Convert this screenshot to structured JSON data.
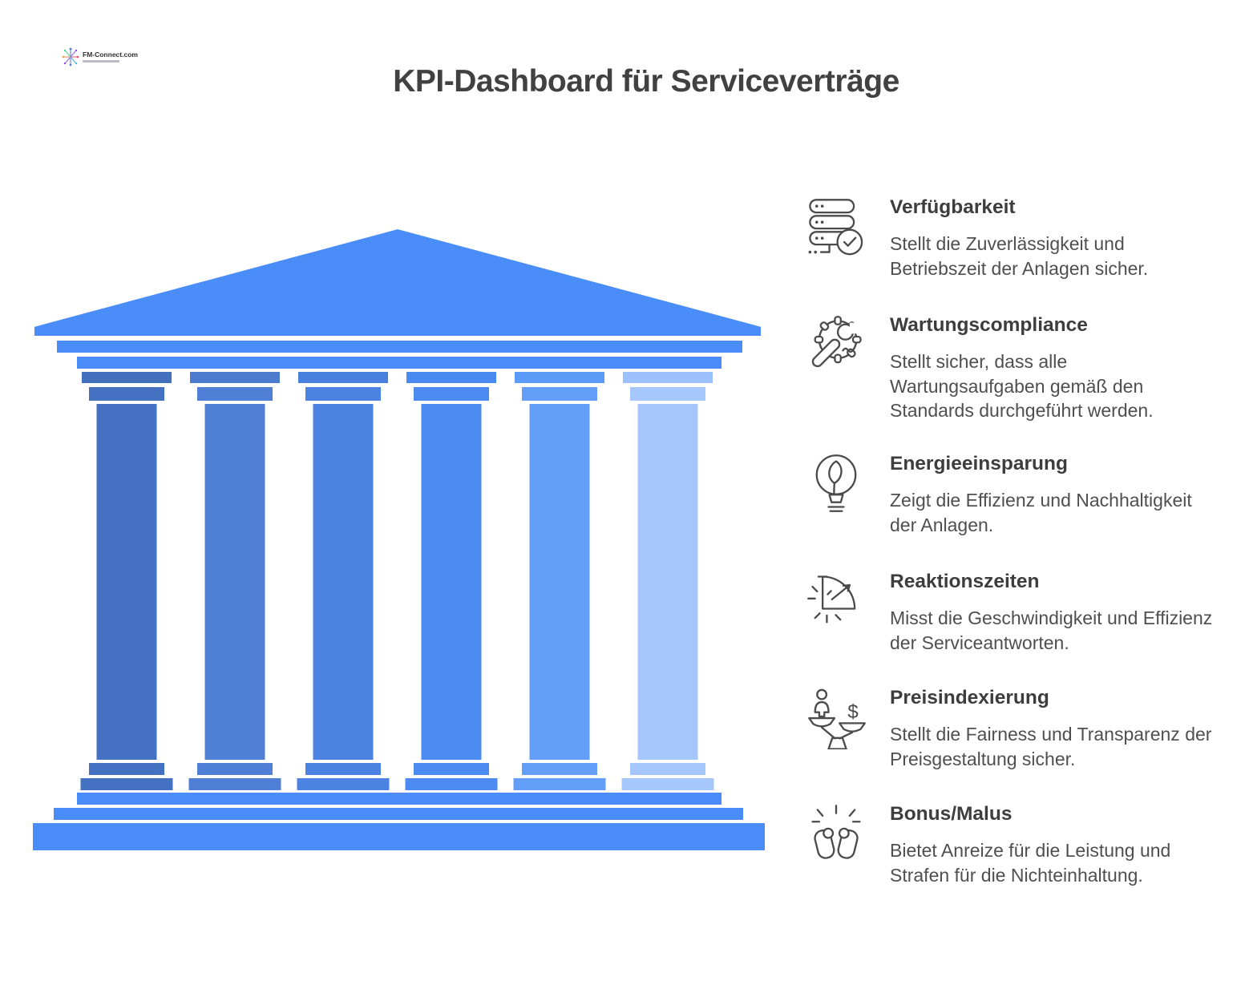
{
  "page": {
    "title": "KPI-Dashboard für Serviceverträge"
  },
  "logo": {
    "text": "FM-Connect.com"
  },
  "colors": {
    "title_text": "#414141",
    "heading_text": "#3d3d3d",
    "body_text": "#4f4f4f",
    "icon_stroke": "#4b4b4b",
    "structure_blue": "#4A8DF8",
    "outline_white": "#FFFFFF"
  },
  "temple": {
    "structure_color": "#4A8DF8",
    "outline_color": "#FFFFFF",
    "pillars": [
      {
        "name": "pillar-1",
        "cap": "#4370BC",
        "main": "#4571C2"
      },
      {
        "name": "pillar-2",
        "cap": "#4D7CCE",
        "main": "#5080D5"
      },
      {
        "name": "pillar-3",
        "cap": "#4980DD",
        "main": "#4C83E2"
      },
      {
        "name": "pillar-4",
        "cap": "#488AEF",
        "main": "#4B8BF2"
      },
      {
        "name": "pillar-5",
        "cap": "#5C9AF7",
        "main": "#639EF9"
      },
      {
        "name": "pillar-6",
        "cap": "#9CC0FB",
        "main": "#A5C7FC"
      }
    ]
  },
  "kpis": [
    {
      "icon": "server-check-icon",
      "title": "Verfügbarkeit",
      "description": "Stellt die Zuverlässigkeit und Betriebszeit der Anlagen sicher."
    },
    {
      "icon": "gear-wrench-icon",
      "title": "Wartungscompliance",
      "description": "Stellt sicher, dass alle Wartungsaufgaben gemäß den Standards durchgeführt werden."
    },
    {
      "icon": "bulb-leaf-icon",
      "title": "Energieeinsparung",
      "description": "Zeigt die Effizienz und Nachhaltigkeit der Anlagen."
    },
    {
      "icon": "timer-icon",
      "title": "Reaktionszeiten",
      "description": "Misst die Geschwindigkeit und Effizienz der Serviceantworten."
    },
    {
      "icon": "scale-icon",
      "title": "Preisindexierung",
      "description": "Stellt die Fairness und Transparenz der Preisgestaltung sicher."
    },
    {
      "icon": "clap-icon",
      "title": "Bonus/Malus",
      "description": "Bietet Anreize für die Leistung und Strafen für die Nichteinhaltung."
    }
  ]
}
